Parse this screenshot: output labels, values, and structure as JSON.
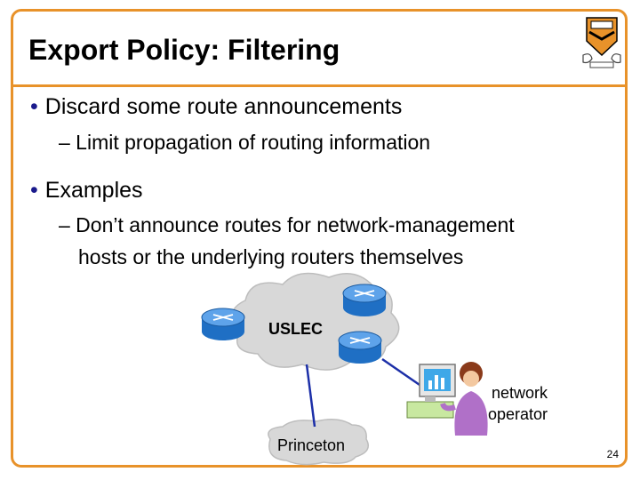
{
  "slide": {
    "title": "Export Policy: Filtering",
    "bullets": [
      {
        "text": "Discard some route announcements",
        "subs": [
          "– Limit propagation of routing information"
        ]
      },
      {
        "text": "Examples",
        "subs": [
          "– Don’t announce routes for network-management",
          "hosts or the underlying routers themselves"
        ]
      }
    ],
    "page_number": "24"
  },
  "diagram": {
    "cloud_uslec_label": "USLEC",
    "cloud_princeton_label": "Princeton",
    "operator_label_line1": "network",
    "operator_label_line2": "operator"
  },
  "colors": {
    "accent": "#e8922a",
    "bullet": "#1a1a8c",
    "router": "#1f6fc4",
    "link": "#1c2fa8",
    "cloud": "#d8d8d8"
  }
}
